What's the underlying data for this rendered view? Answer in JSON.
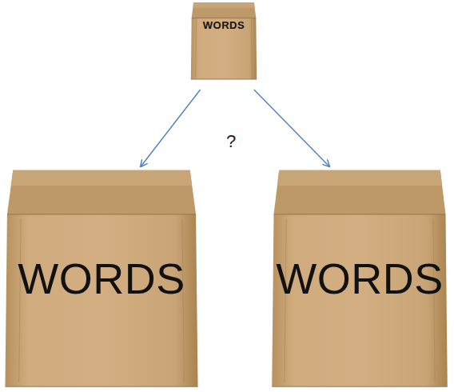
{
  "diagram": {
    "nodes": [
      {
        "text": [
          "WORDS"
        ]
      },
      {
        "text": [
          "WORDS"
        ]
      },
      {
        "text": [
          "WORDS"
        ]
      }
    ],
    "edges": [
      {
        "from": 0,
        "to": 1,
        "arrow": "to"
      },
      {
        "from": 0,
        "to": 2,
        "arrow": "to"
      }
    ],
    "labels": [
      "?"
    ]
  }
}
